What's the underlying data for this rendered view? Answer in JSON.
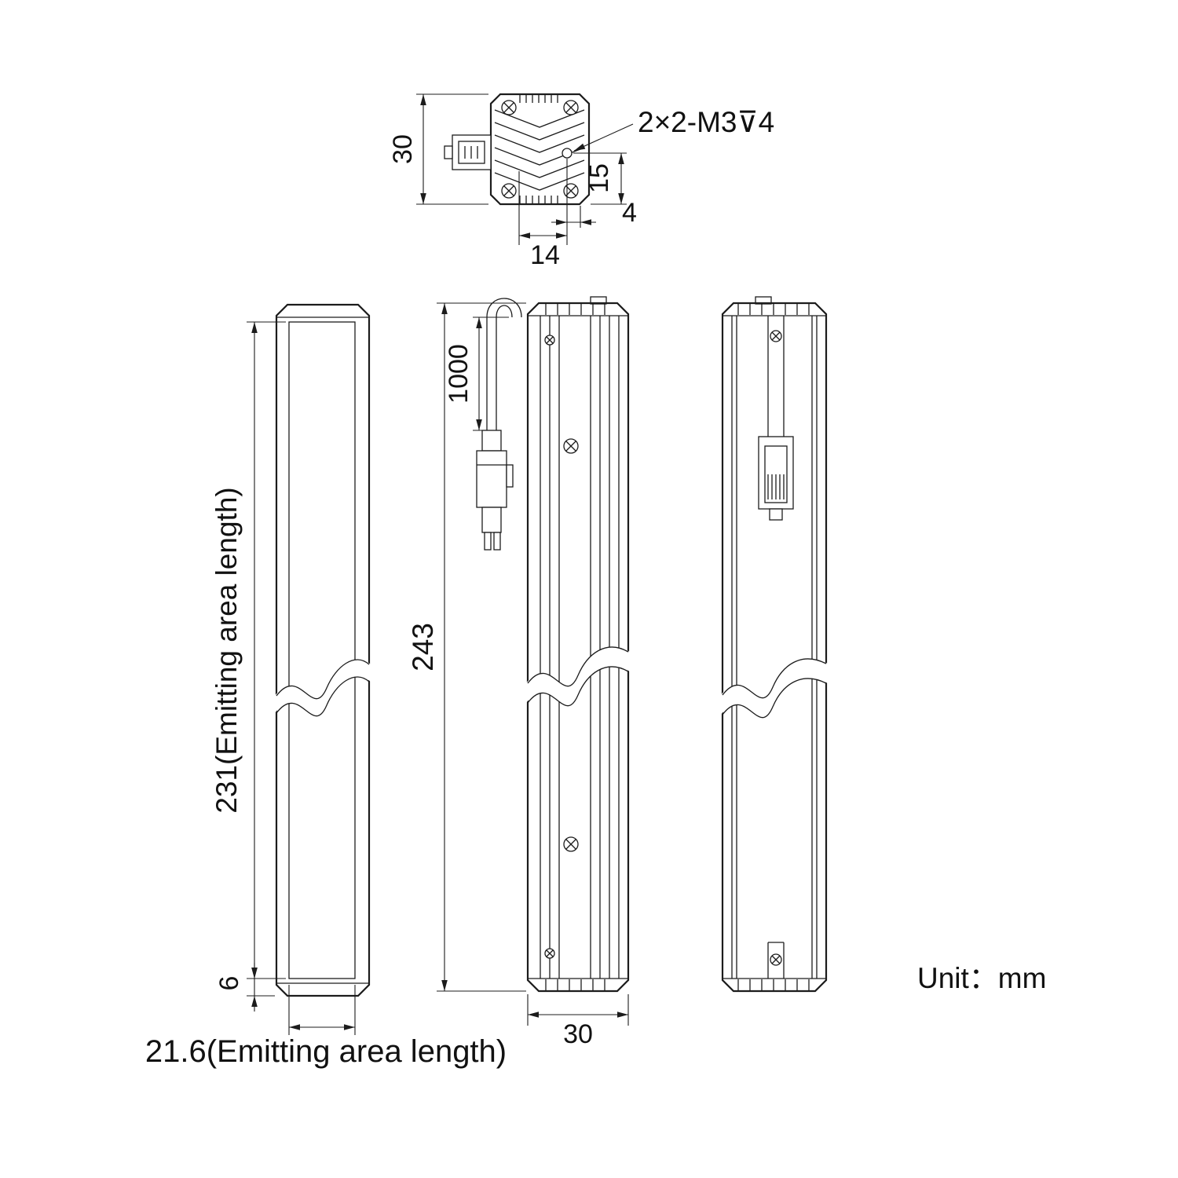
{
  "colors": {
    "ink": "#1c1c1c",
    "background": "#ffffff"
  },
  "labels": {
    "unit": "Unit：mm",
    "thread_callout": "2×2-M3⊽4"
  },
  "dimensions": {
    "top_view_height": "30",
    "hole_offset_vertical": "15",
    "hole_offset_horizontal": "4",
    "hole_offset_width": "14",
    "emitting_area_length": "231(Emitting area length)",
    "bottom_margin": "6",
    "emitting_area_width": "21.6(Emitting area length)",
    "cable_length": "1000",
    "overall_length": "243",
    "body_width": "30"
  }
}
